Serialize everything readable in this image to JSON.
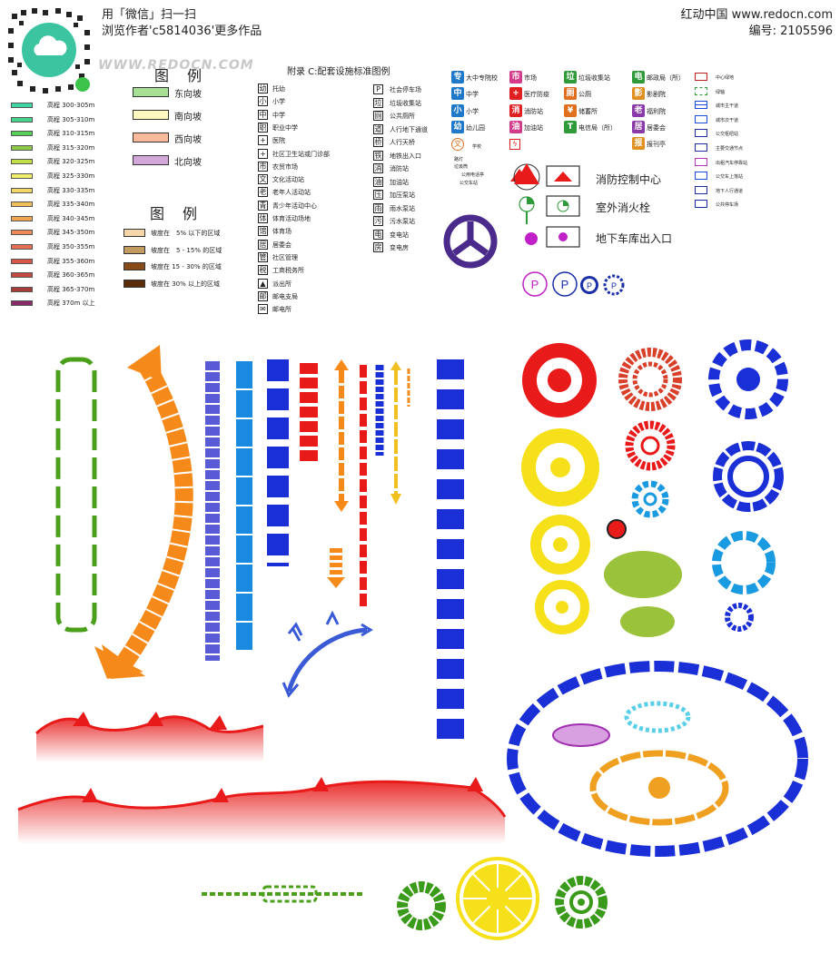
{
  "header": {
    "wechat_line1": "用「微信」扫一扫",
    "wechat_line2": "浏览作者'c5814036'更多作品",
    "site": "红动中国 www.redocn.com",
    "code": "编号: 2105596",
    "watermark": "WWW.REDOCN.COM"
  },
  "elevation_legend": {
    "items": [
      {
        "label": "高程 300-305m",
        "color": "#3fd6a6"
      },
      {
        "label": "高程 305-310m",
        "color": "#44d48a"
      },
      {
        "label": "高程 310-315m",
        "color": "#55cf55"
      },
      {
        "label": "高程 315-320m",
        "color": "#8fc94a"
      },
      {
        "label": "高程 320-325m",
        "color": "#c2df48"
      },
      {
        "label": "高程 325-330m",
        "color": "#f1f06a"
      },
      {
        "label": "高程 330-335m",
        "color": "#f1d865"
      },
      {
        "label": "高程 335-340m",
        "color": "#f1bf55"
      },
      {
        "label": "高程 340-345m",
        "color": "#f0a64f"
      },
      {
        "label": "高程 345-350m",
        "color": "#ef8a55"
      },
      {
        "label": "高程 350-355m",
        "color": "#e96d52"
      },
      {
        "label": "高程 355-360m",
        "color": "#d8574a"
      },
      {
        "label": "高程 360-365m",
        "color": "#c44a3f"
      },
      {
        "label": "高程 365-370m",
        "color": "#a63d38"
      },
      {
        "label": "高程 370m 以上",
        "color": "#8a2a68"
      }
    ]
  },
  "aspect_legend": {
    "title": "图　例",
    "items": [
      {
        "label": "东向坡",
        "color": "#a7e095"
      },
      {
        "label": "南向坡",
        "color": "#fff7c0"
      },
      {
        "label": "西向坡",
        "color": "#f7b99a"
      },
      {
        "label": "北向坡",
        "color": "#d1a8d8"
      }
    ]
  },
  "slope_legend": {
    "title": "图　例",
    "items": [
      {
        "label": "坡度在　5% 以下的区域",
        "color": "#f7d7aa"
      },
      {
        "label": "坡度在　5 - 15% 的区域",
        "color": "#c39a62"
      },
      {
        "label": "坡度在 15 - 30% 的区域",
        "color": "#8a4b1a"
      },
      {
        "label": "坡度在 30% 以上的区域",
        "color": "#5a2c0a"
      }
    ]
  },
  "appendix": {
    "title": "附录 C:配套设施标准图例",
    "col1": [
      {
        "icon": "幼",
        "label": "托幼"
      },
      {
        "icon": "小",
        "label": "小学"
      },
      {
        "icon": "中",
        "label": "中学"
      },
      {
        "icon": "职",
        "label": "职业中学"
      },
      {
        "icon": "+",
        "label": "医院"
      },
      {
        "icon": "+",
        "label": "社区卫生站或门诊部"
      },
      {
        "icon": "市",
        "label": "农贸市场"
      },
      {
        "icon": "文",
        "label": "文化活动站"
      },
      {
        "icon": "老",
        "label": "老年人活动站"
      },
      {
        "icon": "青",
        "label": "青少年活动中心"
      },
      {
        "icon": "体",
        "label": "体育活动场地"
      },
      {
        "icon": "馆",
        "label": "体育场"
      },
      {
        "icon": "居",
        "label": "居委会"
      },
      {
        "icon": "管",
        "label": "社区管理"
      },
      {
        "icon": "税",
        "label": "工商税务所"
      },
      {
        "icon": "▲",
        "label": "派出所"
      },
      {
        "icon": "邮",
        "label": "邮电支局"
      },
      {
        "icon": "✉",
        "label": "邮电所"
      }
    ],
    "col2": [
      {
        "icon": "P",
        "label": "社会停车场"
      },
      {
        "icon": "垃",
        "label": "垃圾收集站"
      },
      {
        "icon": "厕",
        "label": "公共厕所"
      },
      {
        "icon": "道",
        "label": "人行地下通道"
      },
      {
        "icon": "桥",
        "label": "人行天桥"
      },
      {
        "icon": "铁",
        "label": "地铁出入口"
      },
      {
        "icon": "消",
        "label": "消防站"
      },
      {
        "icon": "油",
        "label": "加油站"
      },
      {
        "icon": "压",
        "label": "加压泵站"
      },
      {
        "icon": "雨",
        "label": "雨水泵站"
      },
      {
        "icon": "污",
        "label": "污水泵站"
      },
      {
        "icon": "电",
        "label": "变电站"
      },
      {
        "icon": "房",
        "label": "变电房"
      }
    ]
  },
  "badges": {
    "col1": [
      {
        "icon": "专",
        "label": "大中专院校",
        "color": "#1f78c8"
      },
      {
        "icon": "中",
        "label": "中学",
        "color": "#1f78c8"
      },
      {
        "icon": "小",
        "label": "小学",
        "color": "#1f78c8"
      },
      {
        "icon": "幼",
        "label": "幼儿园",
        "color": "#1f78c8"
      }
    ],
    "col2": [
      {
        "icon": "市",
        "label": "市场",
        "color": "#d23c8a"
      },
      {
        "icon": "+",
        "label": "医疗防疫",
        "color": "#e02020"
      },
      {
        "icon": "消",
        "label": "消防站",
        "color": "#e02020"
      },
      {
        "icon": "油",
        "label": "加油站",
        "color": "#d23c8a"
      }
    ],
    "col3": [
      {
        "icon": "垃",
        "label": "垃圾收集站",
        "color": "#2f9a3a"
      },
      {
        "icon": "厕",
        "label": "公厕",
        "color": "#e07020"
      },
      {
        "icon": "¥",
        "label": "储蓄所",
        "color": "#e07020"
      },
      {
        "icon": "T",
        "label": "电信局（所）",
        "color": "#2f9a3a"
      }
    ],
    "col4": [
      {
        "icon": "电",
        "label": "邮政局（所）",
        "color": "#2f9a3a"
      },
      {
        "icon": "影",
        "label": "影剧院",
        "color": "#e09020"
      },
      {
        "icon": "老",
        "label": "福利院",
        "color": "#8a3aa8"
      },
      {
        "icon": "居",
        "label": "居委会",
        "color": "#8a3aa8"
      },
      {
        "icon": "报",
        "label": "报刊亭",
        "color": "#e09020"
      }
    ],
    "extra": [
      {
        "label": "学校"
      },
      {
        "label": "路灯"
      },
      {
        "label": "垃圾筒"
      },
      {
        "label": "公用电话亭"
      },
      {
        "label": "公交车站"
      }
    ]
  },
  "road_legend": {
    "items": [
      {
        "label": "中心绿地"
      },
      {
        "label": "绿轴"
      },
      {
        "label": "城市主干道"
      },
      {
        "label": "城市次干道"
      },
      {
        "label": "公交枢纽站"
      },
      {
        "label": "主要交通节点"
      },
      {
        "label": "出租汽车停靠站"
      },
      {
        "label": "公交车上落站"
      },
      {
        "label": "地下人行通道"
      },
      {
        "label": "公共停车场"
      }
    ]
  },
  "fire_legend": {
    "items": [
      {
        "label": "消防控制中心"
      },
      {
        "label": "室外消火栓"
      },
      {
        "label": "地下车库出入口"
      }
    ]
  },
  "colors": {
    "blue": "#1a2fd6",
    "lightblue": "#1a8ae0",
    "red": "#e81a1a",
    "orange": "#f58a1a",
    "yellow": "#f5e01a",
    "green": "#5aa01a",
    "olive": "#9ac23a",
    "purple": "#4a2a8a",
    "magenta": "#c030c0"
  }
}
